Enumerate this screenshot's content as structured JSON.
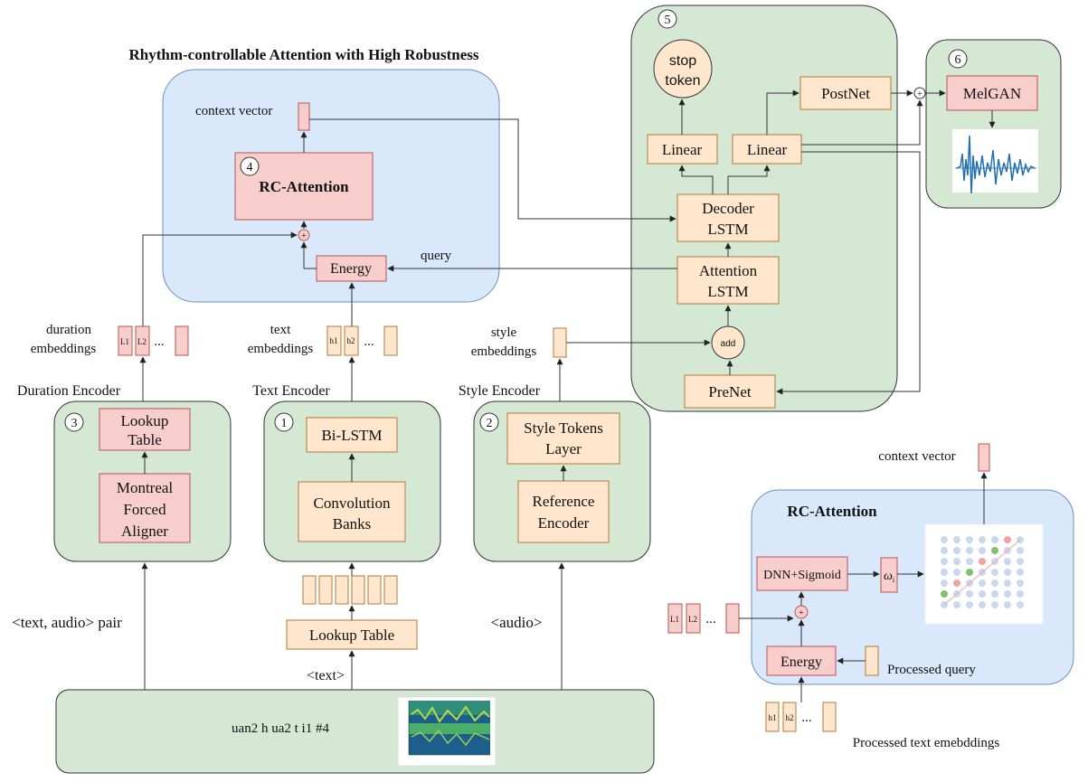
{
  "colors": {
    "green_panel": "#d5e8d4",
    "green_border": "#82b366",
    "blue_panel": "#dae8fc",
    "blue_border": "#6c8ebf",
    "orange_box": "#ffe6cc",
    "orange_border": "#b07a3b",
    "pink_box": "#f8cecc",
    "pink_border": "#b85450"
  },
  "titles": {
    "main": "Rhythm-controllable Attention with High Robustness",
    "rc_attention_detail": "RC-Attention"
  },
  "encoders": {
    "duration": {
      "label": "Duration Encoder",
      "number": "3",
      "top": "Lookup Table",
      "bottom": "Montreal Forced Aligner",
      "input": "<text, audio> pair"
    },
    "text": {
      "label": "Text Encoder",
      "number": "1",
      "top": "Bi-LSTM",
      "bottom": "Convolution Banks",
      "lookup": "Lookup Table",
      "input": "<text>"
    },
    "style": {
      "label": "Style Encoder",
      "number": "2",
      "top": "Style Tokens Layer",
      "bottom": "Reference Encoder",
      "input": "<audio>"
    }
  },
  "embeddings": {
    "duration": {
      "label": "duration embeddings",
      "cells": [
        "L1",
        "L2"
      ],
      "ellipsis": "..."
    },
    "text": {
      "label": "text embeddings",
      "cells": [
        "h1",
        "h2"
      ],
      "ellipsis": "..."
    },
    "style": {
      "label": "style embeddings"
    }
  },
  "attention_panel": {
    "number": "4",
    "block": "RC-Attention",
    "energy": "Energy",
    "context_vector": "context vector",
    "query": "query"
  },
  "decoder_panel": {
    "number": "5",
    "stop_token": "stop token",
    "linear_1": "Linear",
    "linear_2": "Linear",
    "postnet": "PostNet",
    "decoder_lstm": "Decoder LSTM",
    "attention_lstm": "Attention LSTM",
    "add": "add",
    "prenet": "PreNet"
  },
  "vocoder_panel": {
    "number": "6",
    "melgan": "MelGAN"
  },
  "input_bar": {
    "text": "uan2 h ua2 t i1 #4"
  },
  "rc_detail": {
    "context_vector": "context vector",
    "dnn": "DNN+Sigmoid",
    "omega": "ω",
    "omega_sub": "i",
    "energy": "Energy",
    "processed_query": "Processed query",
    "processed_text": "Processed text emebddings",
    "l_cells": [
      "L1",
      "L2"
    ],
    "h_cells": [
      "h1",
      "h2"
    ],
    "ellipsis": "..."
  }
}
